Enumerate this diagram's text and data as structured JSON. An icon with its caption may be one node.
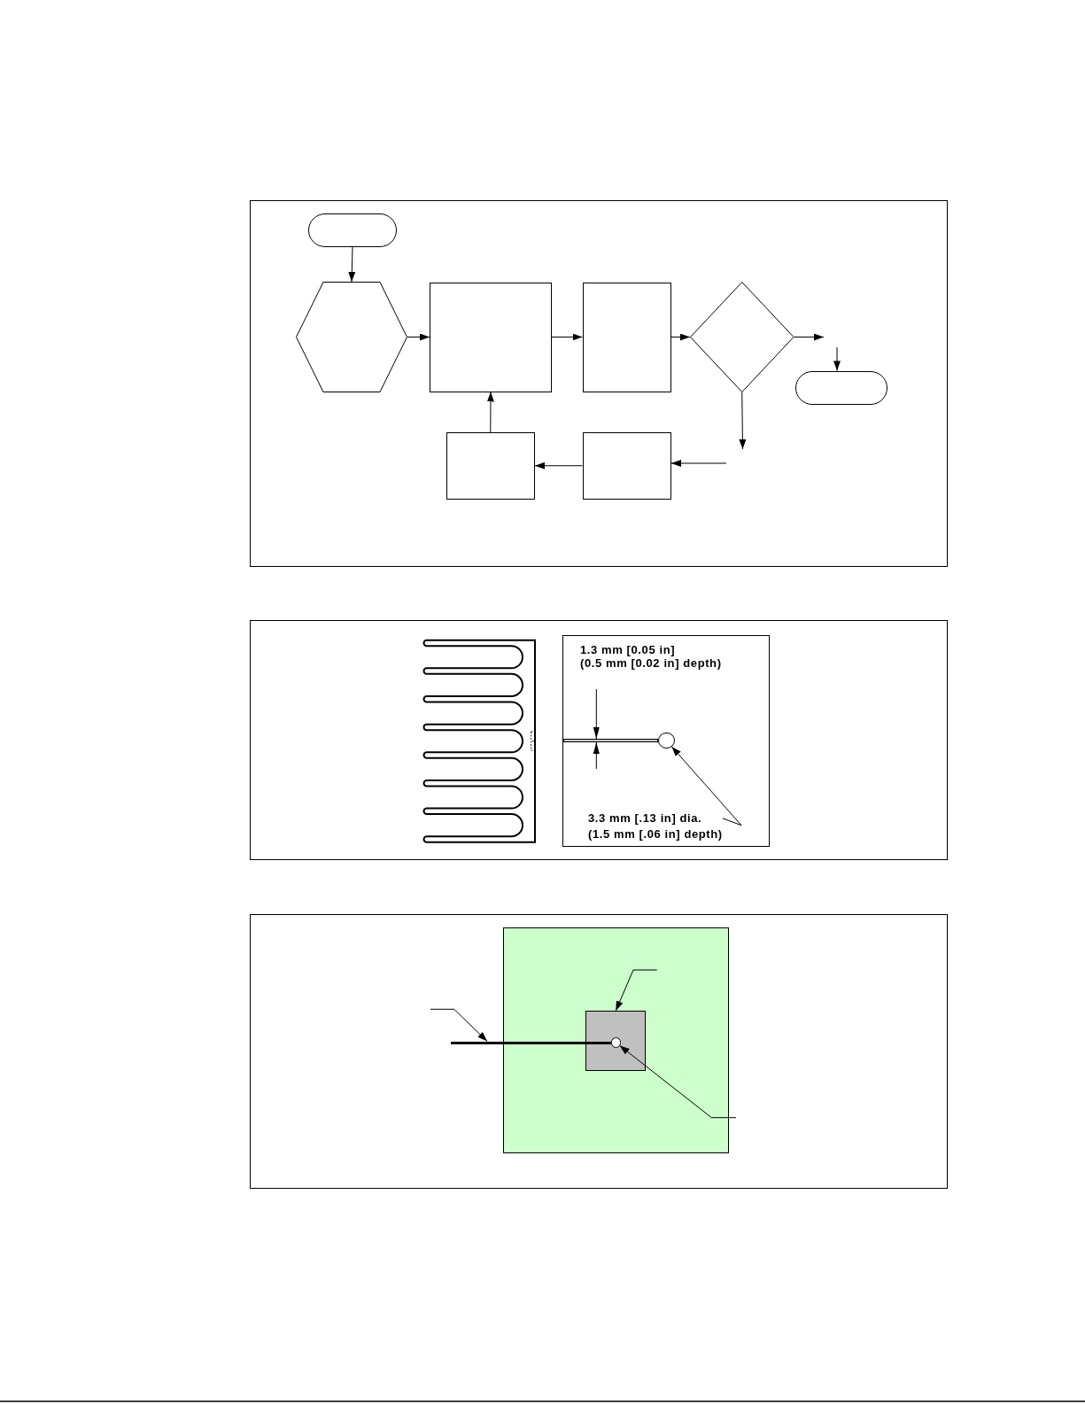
{
  "diagram": {
    "nodes": [
      {
        "text": [],
        "shape": "oval"
      },
      {
        "text": [],
        "shape": "hexagon"
      },
      {
        "text": [],
        "shape": "box"
      },
      {
        "text": [],
        "shape": "box"
      },
      {
        "text": [],
        "shape": "diamond"
      },
      {
        "text": [],
        "shape": "oval"
      },
      {
        "text": [],
        "shape": "box"
      },
      {
        "text": [],
        "shape": "box"
      },
      {
        "text": [],
        "shape": "box"
      },
      {
        "text": [],
        "shape": "bar",
        "in": 8
      },
      {
        "text": [],
        "shape": "circle",
        "in": 8
      },
      {
        "text": [
          "3.3 mm [.13 in] dia. (1.5 mm [.06 in] depth)"
        ],
        "in": 8
      },
      {
        "text": [],
        "shape": "box"
      },
      {
        "text": [],
        "shape": "box",
        "in": 12
      },
      {
        "text": [],
        "shape": "circle",
        "in": 13
      },
      {
        "text": [],
        "shape": "line"
      }
    ],
    "edges": [
      {
        "from": 0,
        "to": 1,
        "arrow": "to"
      },
      {
        "from": 1,
        "to": 2,
        "arrow": "to"
      },
      {
        "from": 2,
        "to": 3,
        "arrow": "to"
      },
      {
        "from": 3,
        "to": 4,
        "arrow": "to"
      },
      {
        "from": 4,
        "to": null,
        "arrow": "to"
      },
      {
        "from": null,
        "to": 5,
        "arrow": "to"
      },
      {
        "from": 4,
        "to": null,
        "arrow": "to"
      },
      {
        "from": null,
        "to": 7,
        "arrow": "to"
      },
      {
        "from": 7,
        "to": 6,
        "arrow": "to"
      },
      {
        "from": 6,
        "to": 2,
        "arrow": "to"
      },
      {
        "from": 11,
        "to": 10,
        "arrow": "to"
      },
      {
        "from": null,
        "to": 13,
        "arrow": "to"
      },
      {
        "from": null,
        "to": 15,
        "arrow": "to"
      },
      {
        "from": null,
        "to": 14,
        "arrow": "to"
      }
    ],
    "labels": [
      "1.3 mm [0.05 in] (0.5 mm [0.02 in] depth)"
    ]
  }
}
